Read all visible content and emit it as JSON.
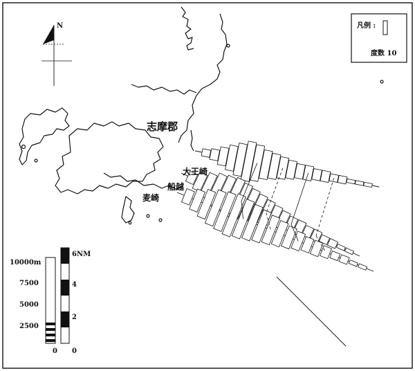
{
  "map": {
    "district_label": "志摩郡",
    "place_labels": {
      "daiozaki": "大王崎",
      "funakoshi": "船越",
      "tsumu": "麦崎"
    }
  },
  "north_arrow": {
    "label": "N"
  },
  "legend": {
    "title": "凡例 :",
    "unit_label": "度数 10"
  },
  "scale_bars": {
    "metric": {
      "ticks": [
        "10000m",
        "7500",
        "5000",
        "2500"
      ],
      "zero": "0"
    },
    "nautical": {
      "ticks": [
        "6NM",
        "4",
        "2"
      ],
      "zero": "0"
    }
  },
  "transects": [
    {
      "id": "north",
      "counts": [
        2,
        3,
        5,
        7,
        9,
        11,
        10,
        8,
        7,
        6,
        5,
        4,
        4,
        3,
        3,
        2,
        2,
        1,
        1,
        1
      ]
    },
    {
      "id": "middle",
      "counts": [
        3,
        5,
        7,
        9,
        10,
        11,
        10,
        9,
        8,
        7,
        6,
        5,
        4,
        4,
        3,
        3,
        2,
        2,
        1,
        1
      ]
    },
    {
      "id": "south",
      "counts": [
        4,
        6,
        8,
        10,
        11,
        12,
        11,
        10,
        9,
        8,
        7,
        6,
        5,
        4,
        4,
        3,
        2,
        2,
        1,
        1
      ]
    }
  ]
}
